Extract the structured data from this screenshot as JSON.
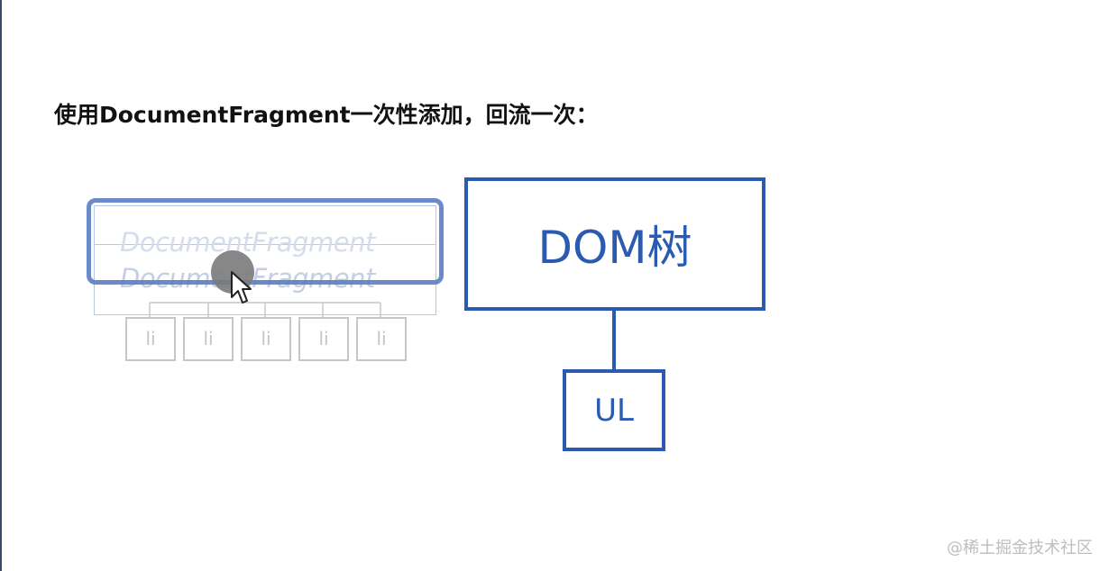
{
  "title": "使用DocumentFragment一次性添加，回流一次：",
  "fragment": {
    "labels": [
      "DocumentFragment",
      "DocumentFragment"
    ]
  },
  "li_items": [
    "li",
    "li",
    "li",
    "li",
    "li"
  ],
  "dom_tree": {
    "root_label": "DOM树",
    "child_label": "UL"
  },
  "watermark": "@稀土掘金技术社区",
  "colors": {
    "accent": "#2b5bb0",
    "highlight": "#5a7dc4",
    "ghost": "#c9d4e8",
    "li_border": "#c6c6c6"
  },
  "icons": {
    "cursor": "mouse-pointer-icon"
  }
}
